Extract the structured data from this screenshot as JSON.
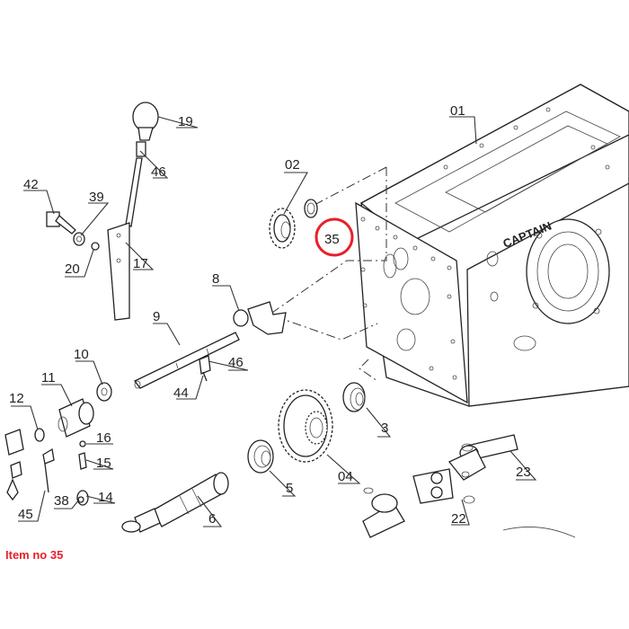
{
  "diagram": {
    "brand_text": "CAPTAIN",
    "highlight_color": "#e8202a",
    "highlighted_label": "35",
    "labels": [
      "01",
      "02",
      "35",
      "19",
      "46",
      "42",
      "39",
      "20",
      "17",
      "8",
      "9",
      "10",
      "46",
      "44",
      "11",
      "12",
      "16",
      "15",
      "45",
      "38",
      "14",
      "04",
      "3",
      "5",
      "6",
      "23",
      "22"
    ]
  },
  "caption": "Item no 35"
}
